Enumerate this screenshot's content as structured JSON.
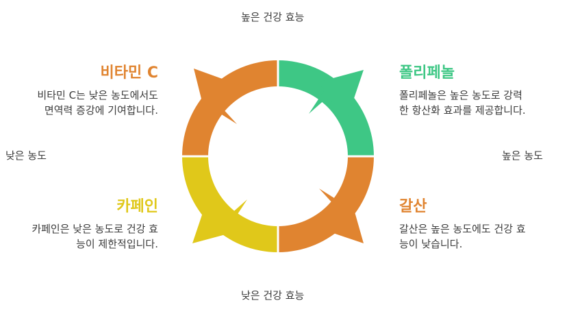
{
  "axes": {
    "top": "높은 건강 효능",
    "bottom": "낮은 건강 효능",
    "left": "낮은 농도",
    "right": "높은 농도"
  },
  "quadrants": {
    "vitamin_c": {
      "title": "비타민 C",
      "desc_line1": "비타민 C는 낮은 농도에서도",
      "desc_line2": "면역력 증강에 기여합니다.",
      "color": "#E08430"
    },
    "polyphenol": {
      "title": "폴리페놀",
      "desc_line1": "폴리페놀은 높은 농도로 강력",
      "desc_line2": "한 항산화 효과를 제공합니다.",
      "color": "#3EC785"
    },
    "caffeine": {
      "title": "카페인",
      "desc_line1": "카페인은 낮은 농도로 건강 효",
      "desc_line2": "능이 제한적입니다.",
      "color": "#E0C81A"
    },
    "tannin": {
      "title": "갈산",
      "desc_line1": "갈산은 높은 농도에도 건강 효",
      "desc_line2": "능이 낮습니다.",
      "color": "#E08430"
    }
  }
}
